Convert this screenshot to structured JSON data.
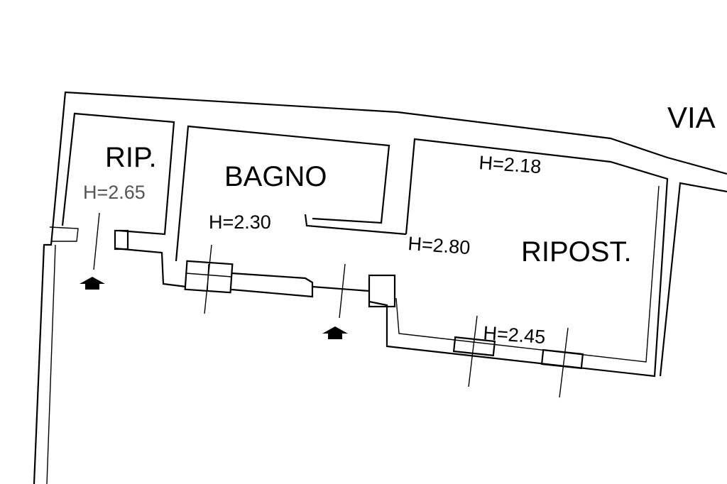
{
  "street": {
    "label": "VIA"
  },
  "rooms": [
    {
      "name": "RIP.",
      "height": "H=2.65"
    },
    {
      "name": "BAGNO",
      "height": "H=2.30"
    },
    {
      "name": "RIPOST.",
      "heights": [
        "H=2.18",
        "H=2.80",
        "H=2.45"
      ]
    }
  ],
  "colors": {
    "line": "#000000",
    "background": "#ffffff"
  },
  "icons": [
    "north-arrow-icon",
    "north-arrow-icon"
  ]
}
